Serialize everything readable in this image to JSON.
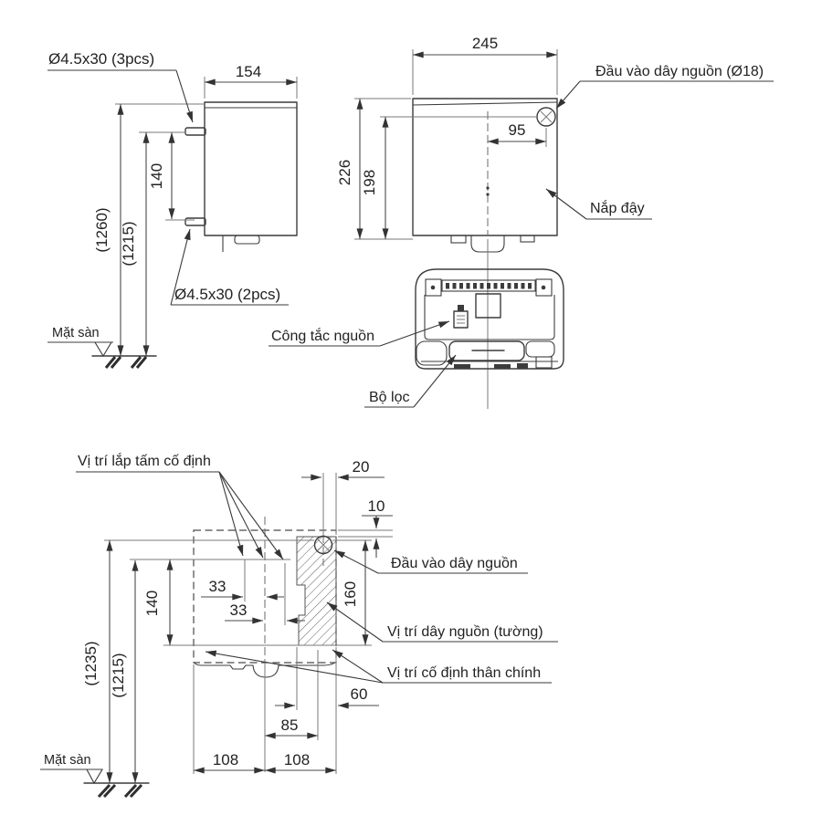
{
  "colors": {
    "line": "#3c3c3c",
    "dim": "#4a4a4a",
    "text": "#222222",
    "background": "#ffffff"
  },
  "upper_diagram": {
    "side_view": {
      "screw_top_label": "Ø4.5x30 (3pcs)",
      "screw_bottom_label": "Ø4.5x30 (2pcs)",
      "width_dim": "154",
      "screw_spacing_dim": "140",
      "top_height_dim": "(1260)",
      "screw_height_dim": "(1215)",
      "floor_label": "Mặt sàn"
    },
    "front_view": {
      "width_dim": "245",
      "height_dim": "226",
      "inlet_height_dim": "198",
      "inlet_offset_dim": "95",
      "power_inlet_label": "Đầu vào dây nguồn (Ø18)",
      "cover_label": "Nắp đậy"
    },
    "bottom_view": {
      "power_switch_label": "Công tắc nguồn",
      "filter_label": "Bộ lọc"
    }
  },
  "lower_diagram": {
    "fixing_plate_label": "Vị trí lắp tấm cố định",
    "power_inlet_label": "Đầu vào dây nguồn",
    "wall_cord_label": "Vị trí dây nguồn (tường)",
    "main_body_fixing_label": "Vị trí cố định thân chính",
    "floor_label": "Mặt sàn",
    "dims": {
      "inlet_to_edge": "20",
      "top_offset": "10",
      "hole_pitch_left": "33",
      "hole_pitch_right": "33",
      "vertical_pitch": "140",
      "cord_zone_height": "160",
      "inlet_floor_height": "(1235)",
      "holes_floor_height": "(1215)",
      "cord_zone_width": "60",
      "cord_center_offset": "85",
      "left_half_width": "108",
      "right_half_width": "108"
    }
  }
}
